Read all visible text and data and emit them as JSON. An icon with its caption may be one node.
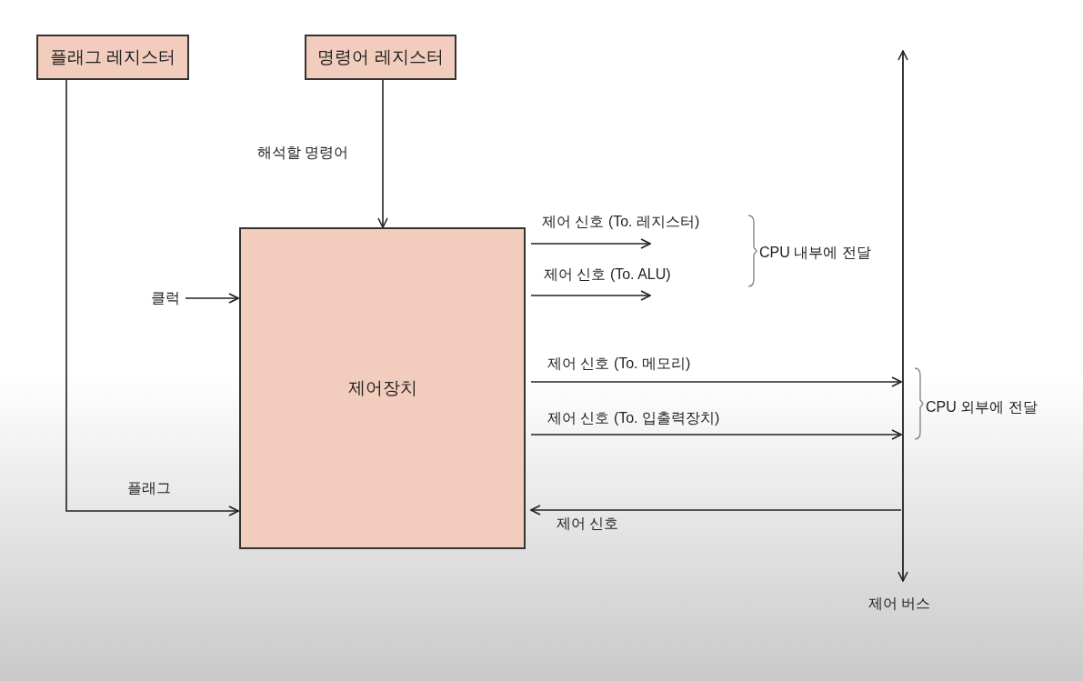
{
  "diagram": {
    "nodes": [
      {
        "text": [
          "플래그 레지스터"
        ]
      },
      {
        "text": [
          "명령어 레지스터"
        ]
      },
      {
        "text": [
          "제어장치"
        ]
      },
      {
        "text": [
          "클럭"
        ]
      },
      {
        "text": [],
        "shape": "bar",
        "beside": [
          "제어 버스"
        ]
      }
    ],
    "edges": [
      {
        "from": 0,
        "to": 2,
        "arrow": "to",
        "label": "플래그"
      },
      {
        "from": 1,
        "to": 2,
        "arrow": "to",
        "label": "해석할 명령어"
      },
      {
        "from": 3,
        "to": 2,
        "arrow": "to"
      },
      {
        "from": 2,
        "to": null,
        "arrow": "to",
        "label": "제어 신호 (To. 레지스터)"
      },
      {
        "from": 2,
        "to": null,
        "arrow": "to",
        "label": "제어 신호 (To. ALU)"
      },
      {
        "from": 2,
        "to": 4,
        "arrow": "to",
        "label": "제어 신호 (To. 메모리)"
      },
      {
        "from": 2,
        "to": 4,
        "arrow": "to",
        "label": "제어 신호 (To. 입출력장치)"
      },
      {
        "from": 4,
        "to": 2,
        "arrow": "to",
        "label": "제어 신호"
      }
    ],
    "labels": [
      "CPU 내부에 전달",
      "CPU 외부에 전달"
    ]
  }
}
